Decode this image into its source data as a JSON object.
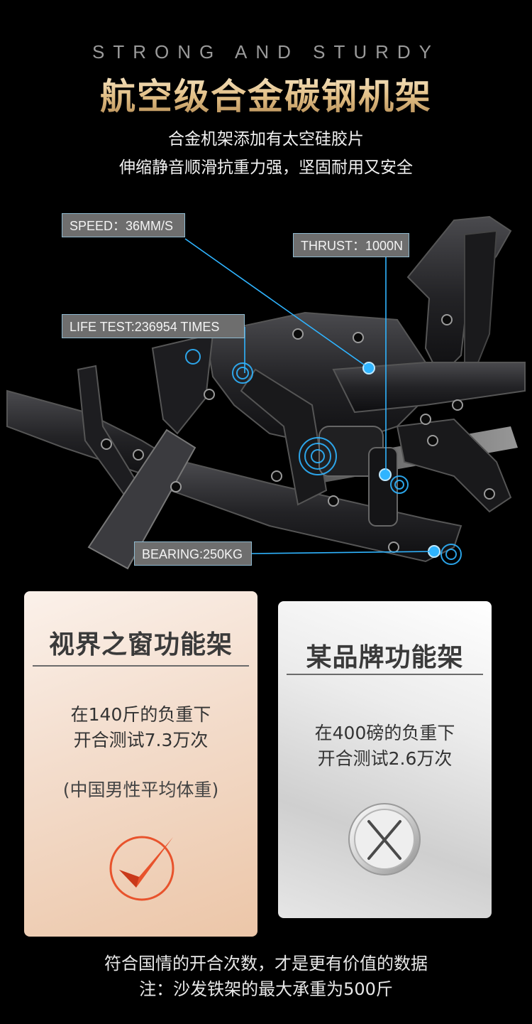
{
  "header": {
    "eyebrow": "STRONG AND STURDY",
    "title": "航空级合金碳钢机架",
    "subtitle_line1": "合金机架添加有太空硅胶片",
    "subtitle_line2": "伸缩静音顺滑抗重力强，坚固耐用又安全"
  },
  "callouts": {
    "speed": "SPEED：36MM/S",
    "thrust": "THRUST：1000N",
    "life_test": "LIFE TEST:236954 TIMES",
    "bearing": "BEARING:250KG"
  },
  "comparison": {
    "ours": {
      "title": "视界之窗功能架",
      "line1": "在140斤的负重下",
      "line2": "开合测试7.3万次",
      "note": "(中国男性平均体重)",
      "icon": "check-icon",
      "accent": "#e8532c"
    },
    "other": {
      "title": "某品牌功能架",
      "line1": "在400磅的负重下",
      "line2": "开合测试2.6万次",
      "icon": "cross-icon"
    }
  },
  "footer": {
    "line1": "符合国情的开合次数，才是更有价值的数据",
    "line2": "注：沙发铁架的最大承重为500斤"
  },
  "colors": {
    "background": "#000000",
    "gold": "#e2bf86",
    "callout_bg": "#6e6e6e",
    "highlight_blue": "#2fb4ff"
  }
}
